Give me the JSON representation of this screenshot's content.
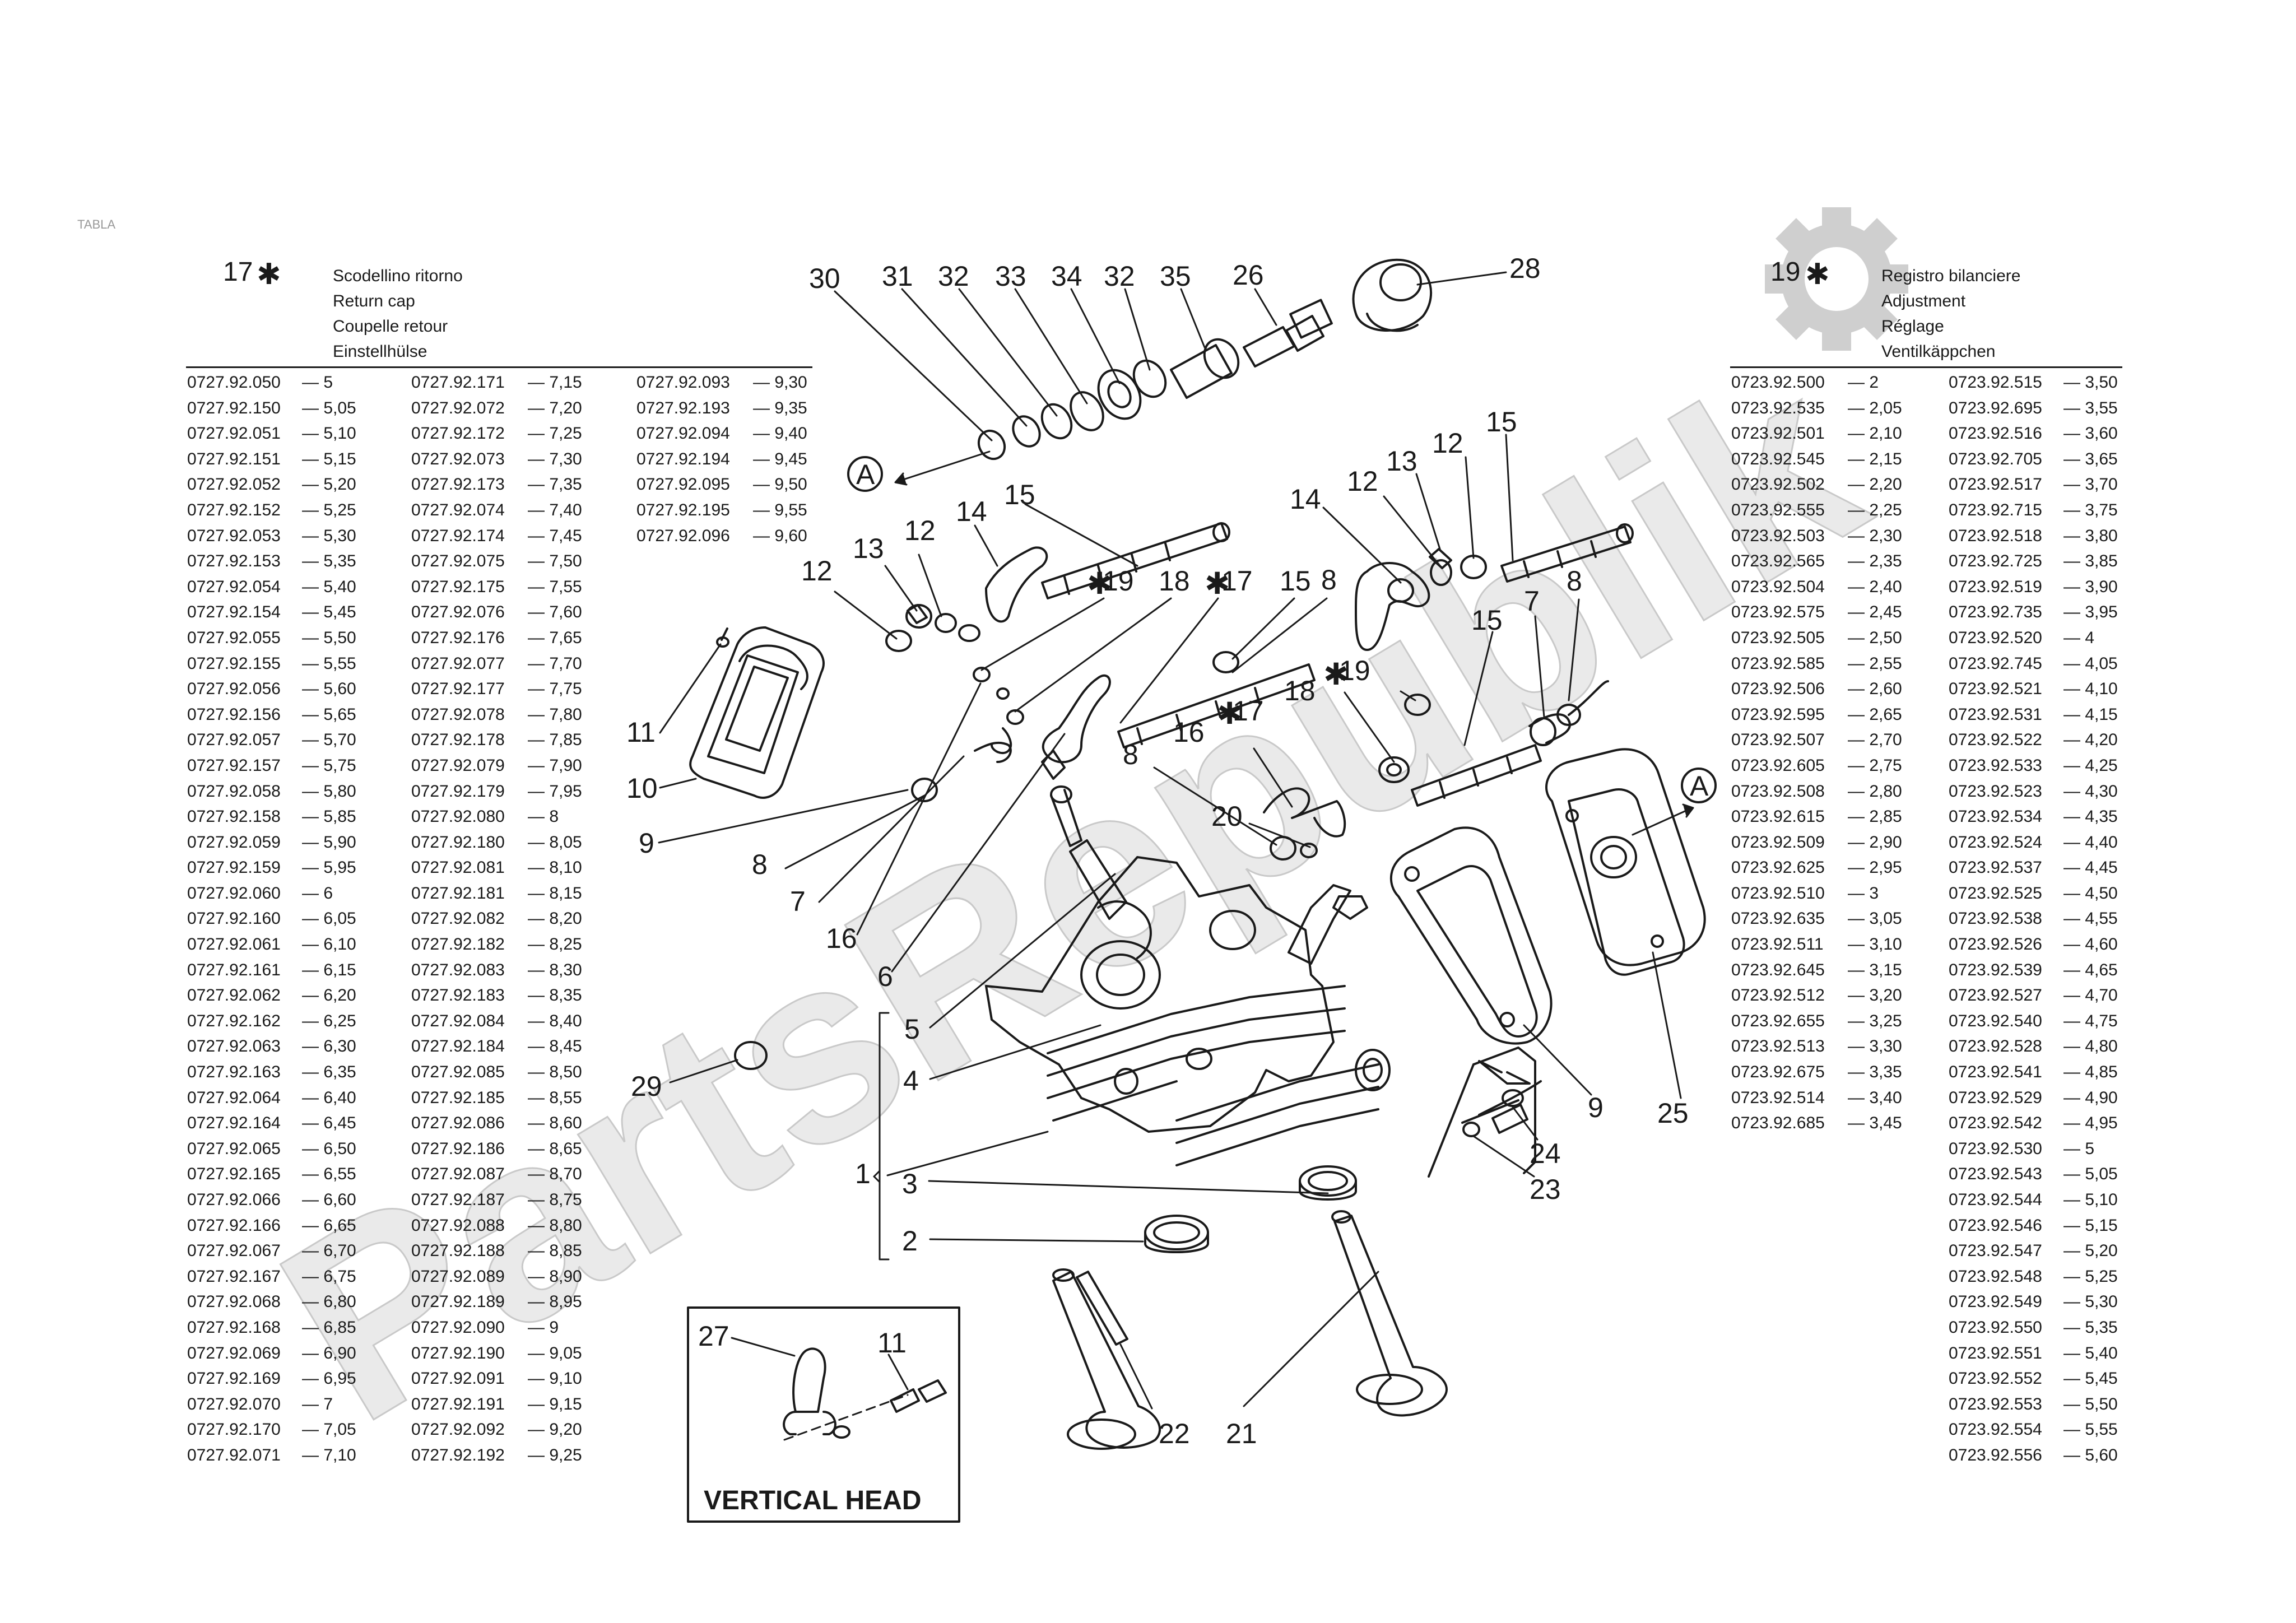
{
  "corner_tag": "TABLA",
  "left_block": {
    "ref": "17",
    "star": "✱",
    "descriptions": [
      "Scodellino ritorno",
      "Return cap",
      "Coupelle retour",
      "Einstellhülse"
    ],
    "rows": [
      [
        "0727.92.050",
        "— 5"
      ],
      [
        "0727.92.150",
        "— 5,05"
      ],
      [
        "0727.92.051",
        "— 5,10"
      ],
      [
        "0727.92.151",
        "— 5,15"
      ],
      [
        "0727.92.052",
        "— 5,20"
      ],
      [
        "0727.92.152",
        "— 5,25"
      ],
      [
        "0727.92.053",
        "— 5,30"
      ],
      [
        "0727.92.153",
        "— 5,35"
      ],
      [
        "0727.92.054",
        "— 5,40"
      ],
      [
        "0727.92.154",
        "— 5,45"
      ],
      [
        "0727.92.055",
        "— 5,50"
      ],
      [
        "0727.92.155",
        "— 5,55"
      ],
      [
        "0727.92.056",
        "— 5,60"
      ],
      [
        "0727.92.156",
        "— 5,65"
      ],
      [
        "0727.92.057",
        "— 5,70"
      ],
      [
        "0727.92.157",
        "— 5,75"
      ],
      [
        "0727.92.058",
        "— 5,80"
      ],
      [
        "0727.92.158",
        "— 5,85"
      ],
      [
        "0727.92.059",
        "— 5,90"
      ],
      [
        "0727.92.159",
        "— 5,95"
      ],
      [
        "0727.92.060",
        "— 6"
      ],
      [
        "0727.92.160",
        "— 6,05"
      ],
      [
        "0727.92.061",
        "— 6,10"
      ],
      [
        "0727.92.161",
        "— 6,15"
      ],
      [
        "0727.92.062",
        "— 6,20"
      ],
      [
        "0727.92.162",
        "— 6,25"
      ],
      [
        "0727.92.063",
        "— 6,30"
      ],
      [
        "0727.92.163",
        "— 6,35"
      ],
      [
        "0727.92.064",
        "— 6,40"
      ],
      [
        "0727.92.164",
        "— 6,45"
      ],
      [
        "0727.92.065",
        "— 6,50"
      ],
      [
        "0727.92.165",
        "— 6,55"
      ],
      [
        "0727.92.066",
        "— 6,60"
      ],
      [
        "0727.92.166",
        "— 6,65"
      ],
      [
        "0727.92.067",
        "— 6,70"
      ],
      [
        "0727.92.167",
        "— 6,75"
      ],
      [
        "0727.92.068",
        "— 6,80"
      ],
      [
        "0727.92.168",
        "— 6,85"
      ],
      [
        "0727.92.069",
        "— 6,90"
      ],
      [
        "0727.92.169",
        "— 6,95"
      ],
      [
        "0727.92.070",
        "— 7"
      ],
      [
        "0727.92.170",
        "— 7,05"
      ],
      [
        "0727.92.071",
        "— 7,10"
      ]
    ],
    "rows2": [
      [
        "0727.92.171",
        "— 7,15"
      ],
      [
        "0727.92.072",
        "— 7,20"
      ],
      [
        "0727.92.172",
        "— 7,25"
      ],
      [
        "0727.92.073",
        "— 7,30"
      ],
      [
        "0727.92.173",
        "— 7,35"
      ],
      [
        "0727.92.074",
        "— 7,40"
      ],
      [
        "0727.92.174",
        "— 7,45"
      ],
      [
        "0727.92.075",
        "— 7,50"
      ],
      [
        "0727.92.175",
        "— 7,55"
      ],
      [
        "0727.92.076",
        "— 7,60"
      ],
      [
        "0727.92.176",
        "— 7,65"
      ],
      [
        "0727.92.077",
        "— 7,70"
      ],
      [
        "0727.92.177",
        "— 7,75"
      ],
      [
        "0727.92.078",
        "— 7,80"
      ],
      [
        "0727.92.178",
        "— 7,85"
      ],
      [
        "0727.92.079",
        "— 7,90"
      ],
      [
        "0727.92.179",
        "— 7,95"
      ],
      [
        "0727.92.080",
        "— 8"
      ],
      [
        "0727.92.180",
        "— 8,05"
      ],
      [
        "0727.92.081",
        "— 8,10"
      ],
      [
        "0727.92.181",
        "— 8,15"
      ],
      [
        "0727.92.082",
        "— 8,20"
      ],
      [
        "0727.92.182",
        "— 8,25"
      ],
      [
        "0727.92.083",
        "— 8,30"
      ],
      [
        "0727.92.183",
        "— 8,35"
      ],
      [
        "0727.92.084",
        "— 8,40"
      ],
      [
        "0727.92.184",
        "— 8,45"
      ],
      [
        "0727.92.085",
        "— 8,50"
      ],
      [
        "0727.92.185",
        "— 8,55"
      ],
      [
        "0727.92.086",
        "— 8,60"
      ],
      [
        "0727.92.186",
        "— 8,65"
      ],
      [
        "0727.92.087",
        "— 8,70"
      ],
      [
        "0727.92.187",
        "— 8,75"
      ],
      [
        "0727.92.088",
        "— 8,80"
      ],
      [
        "0727.92.188",
        "— 8,85"
      ],
      [
        "0727.92.089",
        "— 8,90"
      ],
      [
        "0727.92.189",
        "— 8,95"
      ],
      [
        "0727.92.090",
        "— 9"
      ],
      [
        "0727.92.190",
        "— 9,05"
      ],
      [
        "0727.92.091",
        "— 9,10"
      ],
      [
        "0727.92.191",
        "— 9,15"
      ],
      [
        "0727.92.092",
        "— 9,20"
      ],
      [
        "0727.92.192",
        "— 9,25"
      ]
    ],
    "rows3": [
      [
        "0727.92.093",
        "— 9,30"
      ],
      [
        "0727.92.193",
        "— 9,35"
      ],
      [
        "0727.92.094",
        "— 9,40"
      ],
      [
        "0727.92.194",
        "— 9,45"
      ],
      [
        "0727.92.095",
        "— 9,50"
      ],
      [
        "0727.92.195",
        "— 9,55"
      ],
      [
        "0727.92.096",
        "— 9,60"
      ]
    ]
  },
  "right_block": {
    "ref": "19",
    "star": "✱",
    "descriptions": [
      "Registro bilanciere",
      "Adjustment",
      "Réglage",
      "Ventilkäppchen"
    ],
    "rows": [
      [
        "0723.92.500",
        "— 2"
      ],
      [
        "0723.92.535",
        "— 2,05"
      ],
      [
        "0723.92.501",
        "— 2,10"
      ],
      [
        "0723.92.545",
        "— 2,15"
      ],
      [
        "0723.92.502",
        "— 2,20"
      ],
      [
        "0723.92.555",
        "— 2,25"
      ],
      [
        "0723.92.503",
        "— 2,30"
      ],
      [
        "0723.92.565",
        "— 2,35"
      ],
      [
        "0723.92.504",
        "— 2,40"
      ],
      [
        "0723.92.575",
        "— 2,45"
      ],
      [
        "0723.92.505",
        "— 2,50"
      ],
      [
        "0723.92.585",
        "— 2,55"
      ],
      [
        "0723.92.506",
        "— 2,60"
      ],
      [
        "0723.92.595",
        "— 2,65"
      ],
      [
        "0723.92.507",
        "— 2,70"
      ],
      [
        "0723.92.605",
        "— 2,75"
      ],
      [
        "0723.92.508",
        "— 2,80"
      ],
      [
        "0723.92.615",
        "— 2,85"
      ],
      [
        "0723.92.509",
        "— 2,90"
      ],
      [
        "0723.92.625",
        "— 2,95"
      ],
      [
        "0723.92.510",
        "— 3"
      ],
      [
        "0723.92.635",
        "— 3,05"
      ],
      [
        "0723.92.511",
        "— 3,10"
      ],
      [
        "0723.92.645",
        "— 3,15"
      ],
      [
        "0723.92.512",
        "— 3,20"
      ],
      [
        "0723.92.655",
        "— 3,25"
      ],
      [
        "0723.92.513",
        "— 3,30"
      ],
      [
        "0723.92.675",
        "— 3,35"
      ],
      [
        "0723.92.514",
        "— 3,40"
      ],
      [
        "0723.92.685",
        "— 3,45"
      ]
    ],
    "rows2": [
      [
        "0723.92.515",
        "— 3,50"
      ],
      [
        "0723.92.695",
        "— 3,55"
      ],
      [
        "0723.92.516",
        "— 3,60"
      ],
      [
        "0723.92.705",
        "— 3,65"
      ],
      [
        "0723.92.517",
        "— 3,70"
      ],
      [
        "0723.92.715",
        "— 3,75"
      ],
      [
        "0723.92.518",
        "— 3,80"
      ],
      [
        "0723.92.725",
        "— 3,85"
      ],
      [
        "0723.92.519",
        "— 3,90"
      ],
      [
        "0723.92.735",
        "— 3,95"
      ],
      [
        "0723.92.520",
        "— 4"
      ],
      [
        "0723.92.745",
        "— 4,05"
      ],
      [
        "0723.92.521",
        "— 4,10"
      ],
      [
        "0723.92.531",
        "— 4,15"
      ],
      [
        "0723.92.522",
        "— 4,20"
      ],
      [
        "0723.92.533",
        "— 4,25"
      ],
      [
        "0723.92.523",
        "— 4,30"
      ],
      [
        "0723.92.534",
        "— 4,35"
      ],
      [
        "0723.92.524",
        "— 4,40"
      ],
      [
        "0723.92.537",
        "— 4,45"
      ],
      [
        "0723.92.525",
        "— 4,50"
      ],
      [
        "0723.92.538",
        "— 4,55"
      ],
      [
        "0723.92.526",
        "— 4,60"
      ],
      [
        "0723.92.539",
        "— 4,65"
      ],
      [
        "0723.92.527",
        "— 4,70"
      ],
      [
        "0723.92.540",
        "— 4,75"
      ],
      [
        "0723.92.528",
        "— 4,80"
      ],
      [
        "0723.92.541",
        "— 4,85"
      ],
      [
        "0723.92.529",
        "— 4,90"
      ],
      [
        "0723.92.542",
        "— 4,95"
      ],
      [
        "0723.92.530",
        "— 5"
      ],
      [
        "0723.92.543",
        "— 5,05"
      ],
      [
        "0723.92.544",
        "— 5,10"
      ],
      [
        "0723.92.546",
        "— 5,15"
      ],
      [
        "0723.92.547",
        "— 5,20"
      ],
      [
        "0723.92.548",
        "— 5,25"
      ],
      [
        "0723.92.549",
        "— 5,30"
      ],
      [
        "0723.92.550",
        "— 5,35"
      ],
      [
        "0723.92.551",
        "— 5,40"
      ],
      [
        "0723.92.552",
        "— 5,45"
      ],
      [
        "0723.92.553",
        "— 5,50"
      ],
      [
        "0723.92.554",
        "— 5,55"
      ],
      [
        "0723.92.556",
        "— 5,60"
      ]
    ]
  },
  "callouts": {
    "c30": "30",
    "c31": "31",
    "c32a": "32",
    "c33": "33",
    "c34": "34",
    "c32b": "32",
    "c35": "35",
    "c26": "26",
    "c28": "28",
    "cA1": "A",
    "cA2": "A",
    "c15a": "15",
    "c14a": "14",
    "c13a": "13",
    "c12a": "12",
    "c12b": "12",
    "c19a": "19",
    "c18a": "18",
    "c17a": "17",
    "c15b": "15",
    "c8a": "8",
    "c14b": "14",
    "c12c": "12",
    "c13b": "13",
    "c12d": "12",
    "c15c": "15",
    "c15d": "15",
    "c7a": "7",
    "c8b": "8",
    "c19b": "19",
    "c18b": "18",
    "c17b": "17",
    "c16a": "16",
    "c8c": "8",
    "c20": "20",
    "c11a": "11",
    "c10": "10",
    "c9a": "9",
    "c8d": "8",
    "c7b": "7",
    "c16b": "16",
    "c6": "6",
    "c5": "5",
    "c4": "4",
    "c1": "1",
    "c3": "3",
    "c2": "2",
    "c29": "29",
    "c9b": "9",
    "c25": "25",
    "c24": "24",
    "c23": "23",
    "c22": "22",
    "c21": "21",
    "c27": "27",
    "c11b": "11"
  },
  "inset_title": "VERTICAL HEAD",
  "watermark_text": "PartsRepublik"
}
